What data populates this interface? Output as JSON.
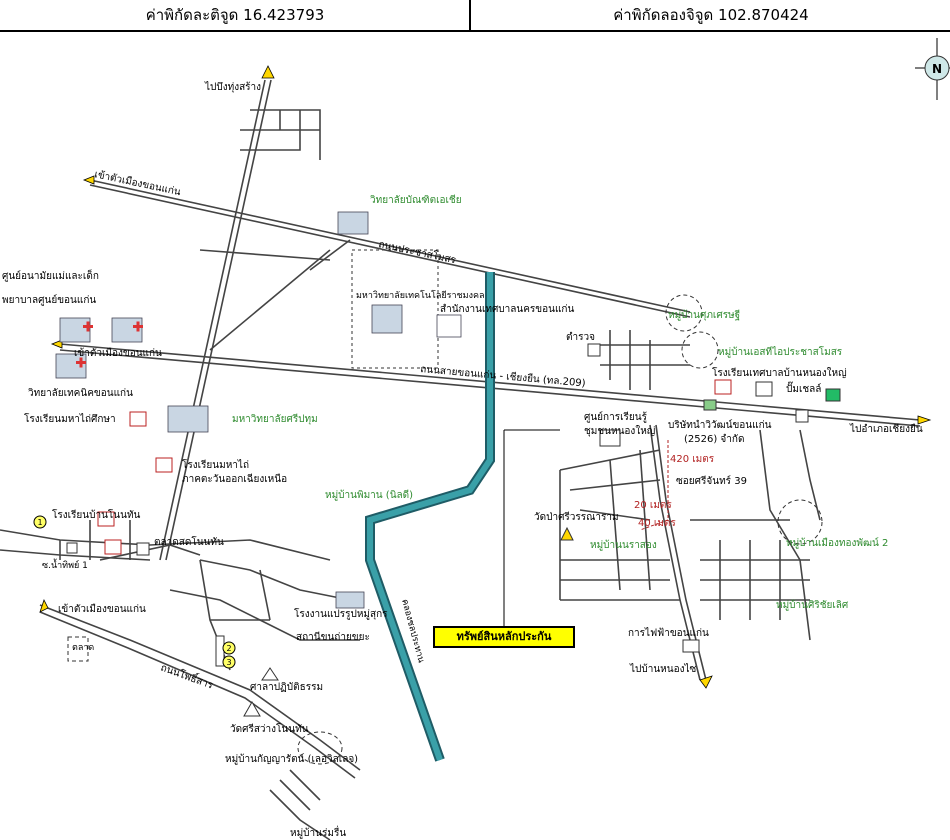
{
  "header": {
    "latitude": "ค่าพิกัดละติจูด 16.423793",
    "longitude": "ค่าพิกัดลองจิจูด 102.870424"
  },
  "compass": {
    "letter": "N"
  },
  "collateral": "ทรัพย์สินหลักประกัน",
  "labels": {
    "to_thung_sang": "ไปบึงทุ่งสร้าง",
    "to_city_nw": "เข้าตัวเมืองขอนแก่น",
    "to_city_w": "เข้าตัวเมืองขอนแก่น",
    "to_city_sw": "เข้าตัวเมืองขอนแก่น",
    "bundit_asia": "วิทยาลัยบัณฑิตเอเชีย",
    "prachasamosorn_rd": "ถนนประชาสโมสร",
    "rajamangala": "มหาวิทยาลัยเทคโนโลยีราชมงคล",
    "land_office": "สำนักงานเทศบาลนครขอนแก่น",
    "mother_child_center": "ศูนย์อนามัยแม่และเด็ก",
    "khon_kaen_hospital": "พยาบาลศูนย์ขอนแก่น",
    "technical_college": "วิทยาลัยเทคนิคขอนแก่น",
    "khonkaen_chiangyuen_rd": "ถนนสายขอนแก่น - เชียงยืน (ทล.209)",
    "mahasarakham_school": "โรงเรียนมหาไถ่ศึกษา",
    "sripatum_univ": "มหาวิทยาลัยศรีปทุม",
    "mahathai_school": "โรงเรียนมหาไถ่",
    "ne_region": "ภาคตะวันออกเฉียงเหนือ",
    "village_phiman": "หมู่บ้านพิมาน (นิลดี)",
    "ban_nonthan_school": "โรงเรียนบ้านโนนทัน",
    "nonthan_market": "ตลาดสดโนนทัน",
    "soi_nampho": "ซ.น้ำทิพย์ 1",
    "market": "ตลาด",
    "waste_plant": "โรงงานแปรรูปหมู่สุกร",
    "waste_station": "สถานีขนถ่ายขยะ",
    "sala_rd": "ถนนโพธิ์สาร",
    "sala_patibat": "ศาลาปฏิบัติธรรม",
    "wat_nonthan": "วัดศรีสว่างโนนทัน",
    "village_kanya": "หมู่บ้านกัญญารัตน์ (เลอวิลเลจ)",
    "village_rai": "หมู่บ้านร่มรื่น",
    "canal_label": "คลองชลประทาน",
    "police": "ตำรวจ",
    "village_sethi": "หมู่บ้านศุภเศรษฐี",
    "village_esthetic": "หมู่บ้านเอสทีไอประชาสโมสร",
    "ban_nong_yai_school": "โรงเรียนเทศบาลบ้านหนองใหญ่",
    "gas_station": "ปั๊มเชลล์",
    "to_chiangyuen": "ไปอำเภอเชียงยืน",
    "learning_center": "ศูนย์การเรียนรู้",
    "community": "ชุมชนหนองใหญ่",
    "company": "บริษัทนำวิวัฒน์ขอนแก่น",
    "company2": "(2526) จำกัด",
    "dist_420": "420 เมตร",
    "soi_srichan": "ซอยศรีจันทร์ 39",
    "dist_20": "20 เมตร",
    "dist_40": "40 เมตร",
    "wat_pa": "วัดป่าศรีวรรณาราม",
    "village_nara": "หมู่บ้านนราสอง",
    "village_mueangthong": "หมู่บ้านเมืองทองพัฒน์ 2",
    "village_sirichai": "หมู่บ้านศิริชัยเลิศ",
    "electricity": "การไฟฟ้าขอนแก่น",
    "to_nong_sai": "ไปบ้านหนองไซ"
  },
  "markers": [
    "1",
    "2",
    "3"
  ],
  "colors": {
    "canal": "#3aa0a8",
    "canal_edge": "#1f5c66",
    "collateral_bg": "#ffff00",
    "road": "#444444"
  }
}
